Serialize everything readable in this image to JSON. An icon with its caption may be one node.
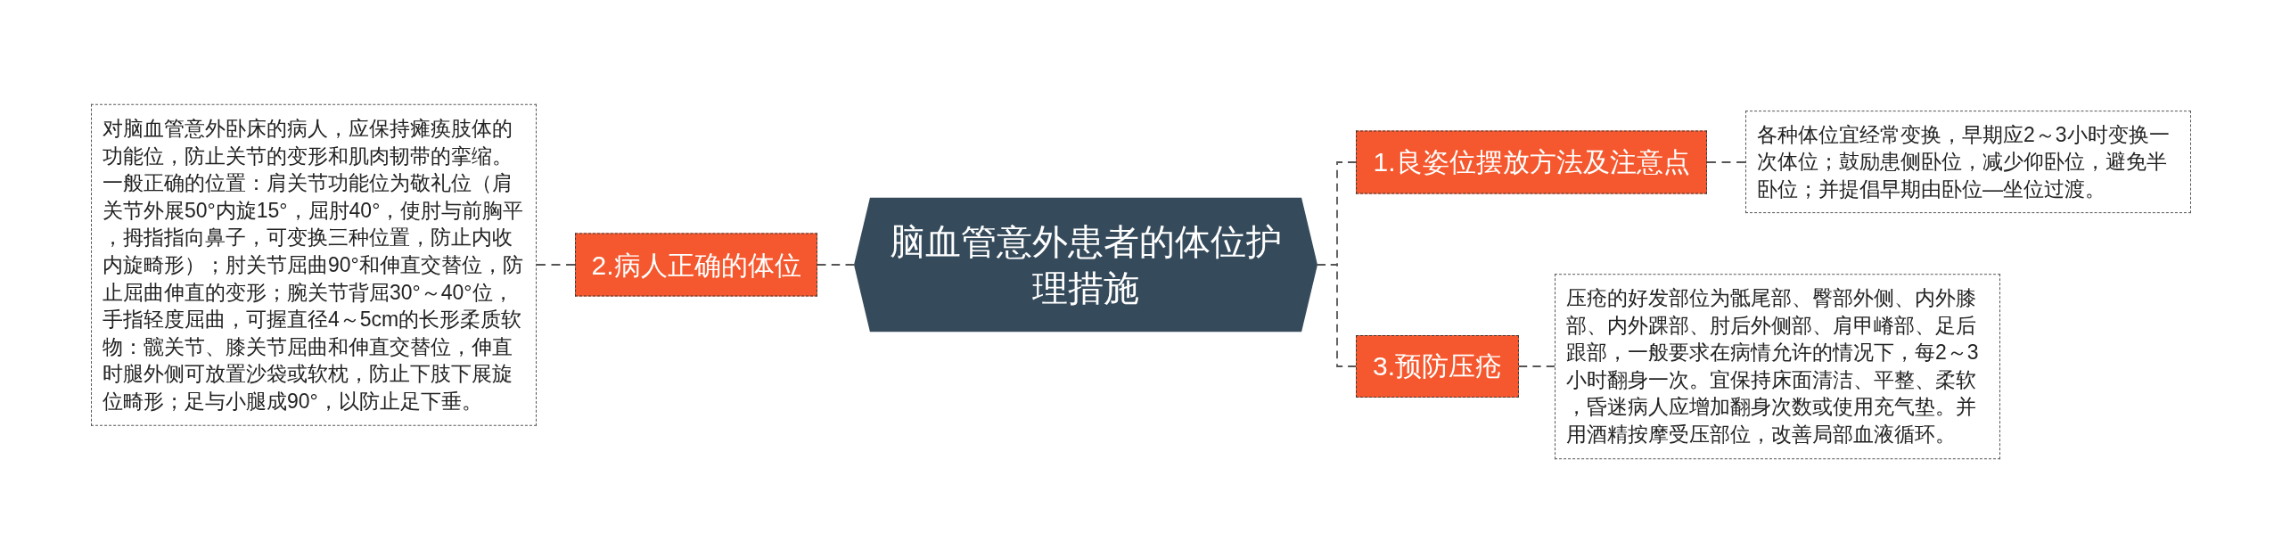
{
  "diagram": {
    "nodes": [
      {
        "text": [
          "脑血管意外患者的体位护理措施"
        ]
      },
      {
        "text": [
          "1.良姿位摆放方法及注意点"
        ]
      },
      {
        "text": [
          "各种体位宜经常变换，早期应2～3小时变换一次体位；鼓励患侧卧位，减少仰卧位，避免半卧位；并提倡早期由卧位—坐位过渡。"
        ]
      },
      {
        "text": [
          "2.病人正确的体位"
        ]
      },
      {
        "text": [
          "对脑血管意外卧床的病人，应保持瘫痪肢体的功能位，防止关节的变形和肌肉韧带的挛缩。一般正确的位置：肩关节功能位为敬礼位（肩关节外展50°内旋15°，屈肘40°，使肘与前胸平，拇指指向鼻子，可变换三种位置，防止内收内旋畸形）；肘关节屈曲90°和伸直交替位，防止屈曲伸直的变形；腕关节背屈30°～40°位，手指轻度屈曲，可握直径4～5cm的长形柔质软物：髋关节、膝关节屈曲和伸直交替位，伸直时腿外侧可放置沙袋或软枕，防止下肢下展旋位畸形；足与小腿成90°，以防止足下垂。"
        ]
      },
      {
        "text": [
          "3.预防压疮"
        ]
      },
      {
        "text": [
          "压疮的好发部位为骶尾部、臀部外侧、内外膝部、内外踝部、肘后外侧部、肩甲嵴部、足后跟部，一般要求在病情允许的情况下，每2～3小时翻身一次。宜保持床面清洁、平整、柔软，昏迷病人应增加翻身次数或使用充气垫。并用酒精按摩受压部位，改善局部血液循环。"
        ]
      }
    ],
    "edges": [
      {
        "from": 0,
        "to": 1,
        "arrow": "none",
        "style": "dashed"
      },
      {
        "from": 1,
        "to": 2,
        "arrow": "none",
        "style": "dashed"
      },
      {
        "from": 0,
        "to": 3,
        "arrow": "none",
        "style": "dashed"
      },
      {
        "from": 3,
        "to": 4,
        "arrow": "none",
        "style": "dashed"
      },
      {
        "from": 0,
        "to": 5,
        "arrow": "none",
        "style": "dashed"
      },
      {
        "from": 5,
        "to": 6,
        "arrow": "none",
        "style": "dashed"
      }
    ]
  }
}
